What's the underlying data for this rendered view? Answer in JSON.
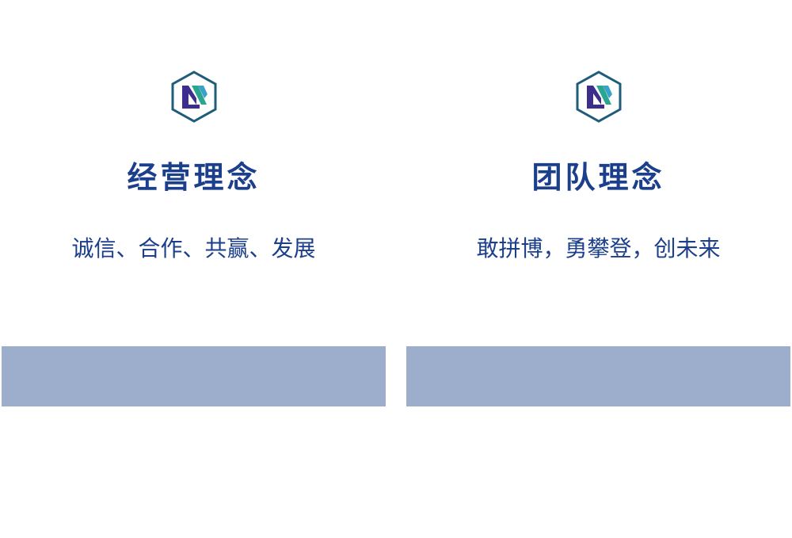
{
  "panels": [
    {
      "title": "经营理念",
      "slogan": "诚信、合作、共赢、发展",
      "logo_icon": "company-logo-icon"
    },
    {
      "title": "团队理念",
      "slogan": "敢拼博，勇攀登，创未来",
      "logo_icon": "company-logo-icon"
    }
  ],
  "colors": {
    "title_text": "#1c3f8c",
    "band": "#9dadcc",
    "logo_outline": "#1f5c7a",
    "logo_purple": "#3d2d8c",
    "logo_teal": "#2aa58f"
  }
}
